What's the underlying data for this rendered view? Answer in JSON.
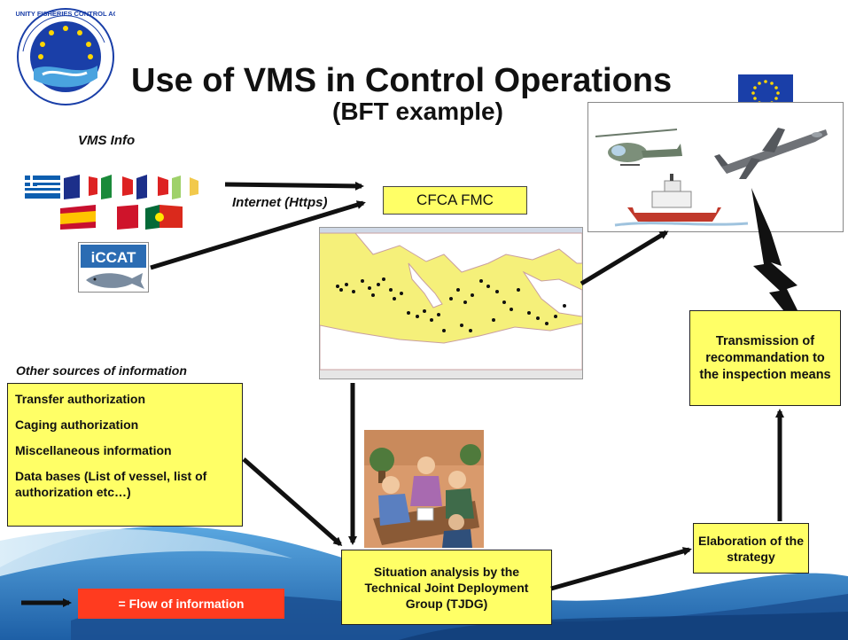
{
  "slide": {
    "title": "Use of VMS in Control Operations",
    "subtitle": "(BFT example)",
    "vms_label": "VMS Info",
    "internet_label": "Internet (Https)",
    "cfca_fmc": "CFCA FMC",
    "iccat_label": "iCCAT",
    "other_sources_label": "Other sources of information",
    "sources": [
      "Transfer authorization",
      "Caging authorization",
      "Miscellaneous information",
      "Data bases (List of vessel, list of authorization etc…)"
    ],
    "situation_box": "Situation analysis by the Technical Joint Deployment Group (TJDG)",
    "elaboration_box": "Elaboration of the strategy",
    "transmission_box": "Transmission of recommandation to the inspection means",
    "legend_label": "= Flow of information",
    "logo_text": "COMMUNITY FISHERIES CONTROL AGENCY"
  },
  "colors": {
    "box_fill": "#ffff66",
    "legend_fill": "#ff3b1f",
    "wave_blue": "#2b7fc4",
    "map_sea": "#f5f07a",
    "eu_blue": "#1a3fa8",
    "eu_star": "#ffd700"
  },
  "icons": [
    "agency-logo",
    "eu-flag-icon",
    "national-flag-icon",
    "iccat-logo",
    "helicopter-icon",
    "patrol-plane-icon",
    "patrol-boat-icon",
    "meeting-clipart",
    "mediterranean-map",
    "lightning-arrow-icon"
  ]
}
